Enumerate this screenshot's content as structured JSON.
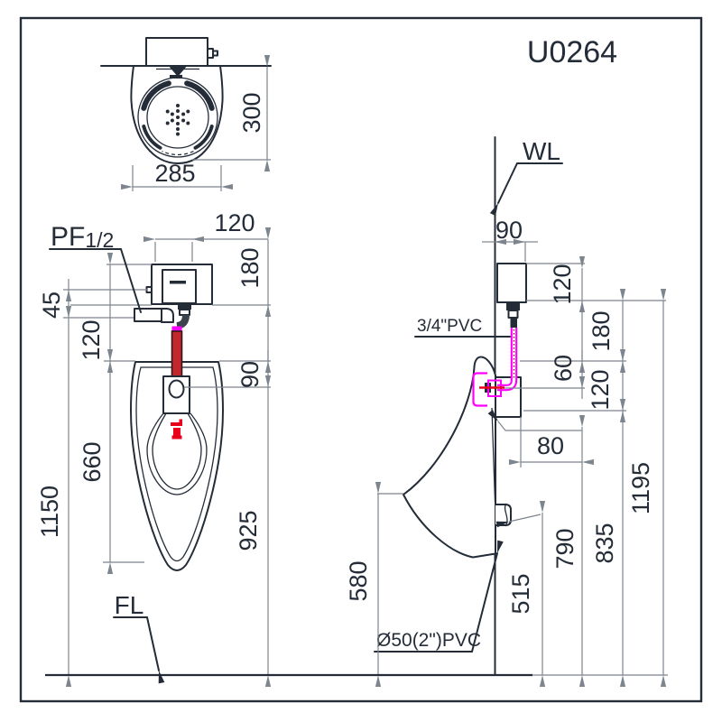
{
  "drawing": {
    "model": "U0264",
    "labels": {
      "wall": "WL",
      "floor": "FL",
      "inlet_main": "PF",
      "inlet_size": "1/2",
      "flush_pipe": "3/4\"PVC",
      "drain_pipe": "Ø50(2\")PVC"
    },
    "top_view": {
      "width": "285",
      "depth": "300"
    },
    "front_view": {
      "valve_width": "120",
      "valve_height": "180",
      "inlet_offset": "45",
      "valve_to_spud": "120",
      "rim_to_spud": "90",
      "body_height": "660",
      "inlet_height": "1150",
      "spud_height": "925"
    },
    "side_view": {
      "valve_depth": "90",
      "valve_height": "120",
      "valve_to_elbow": "180",
      "elbow_to_spud": "60",
      "spud_drop": "120",
      "spud_offset": "80",
      "valve_bottom_height": "1195",
      "rim_height": "835",
      "outlet_height": "790",
      "drain_height": "515",
      "lip_height": "580"
    },
    "colors": {
      "line": "#242c38",
      "dimension": "#7d858e",
      "pipe_red": "#c1272d",
      "pipe_magenta": "#ff00ff",
      "accent_red": "#e8001d"
    }
  }
}
